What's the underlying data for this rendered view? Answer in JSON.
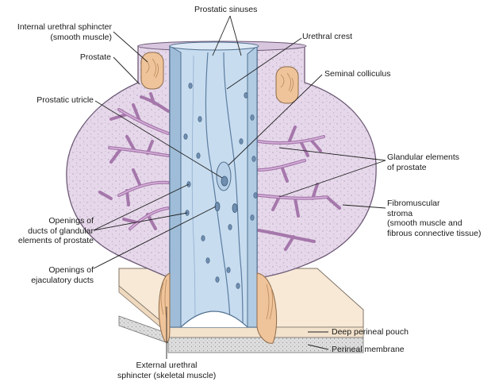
{
  "labels": {
    "internal_sphincter": {
      "line1": "Internal urethral sphincter",
      "line2": "(smooth muscle)"
    },
    "prostate": "Prostate",
    "prostatic_utricle": "Prostatic utricle",
    "prostatic_sinuses": "Prostatic sinuses",
    "urethral_crest": "Urethral crest",
    "seminal_colliculus": "Seminal colliculus",
    "glandular_elements": {
      "line1": "Glandular elements",
      "line2": "of prostate"
    },
    "fibromuscular_stroma": {
      "line1": "Fibromuscular",
      "line2": "stroma",
      "line3": "(smooth muscle and",
      "line4": "fibrous connective tissue)"
    },
    "openings_glandular": {
      "line1": "Openings of",
      "line2": "ducts of glandular",
      "line3": "elements of prostate"
    },
    "openings_ejaculatory": {
      "line1": "Openings of",
      "line2": "ejaculatory ducts"
    },
    "deep_perineal_pouch": "Deep perineal pouch",
    "perineal_membrane": "Perineal membrane",
    "external_sphincter": {
      "line1": "External urethral",
      "line2": "sphincter (skeletal muscle)"
    }
  },
  "colors": {
    "stroma": "#e6d8ea",
    "gland": "#bc8fc0",
    "urethra": "#c7dcef",
    "urethra_dark": "#9fbdd8",
    "sphincter": "#f0c49a",
    "pouch": "#f7e9d6",
    "membrane": "#d9d9d9"
  }
}
